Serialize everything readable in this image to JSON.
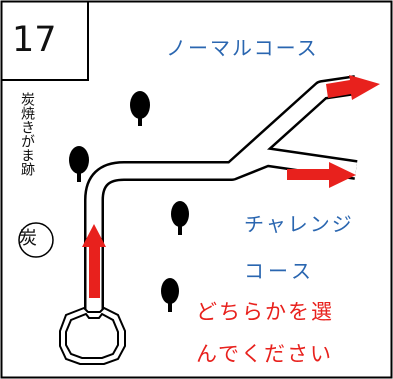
{
  "point_number": "17",
  "normal_course_label": "ノーマルコース",
  "challenge_course_label": [
    "チャレンジ",
    "コース"
  ],
  "choose_prompt": [
    "どちらかを選",
    "んでください"
  ],
  "kiln_ruins_label": "炭焼きがま跡",
  "charcoal_symbol": "炭",
  "colors": {
    "route_arrow": "#e8211d",
    "course_label": "#2a66b0",
    "prompt_text": "#e8211d",
    "tree": "#000000",
    "path_outline": "#000000"
  },
  "icons": [
    "tree-icon",
    "start-marker-icon",
    "route-arrow-icon",
    "charcoal-kiln-symbol"
  ]
}
